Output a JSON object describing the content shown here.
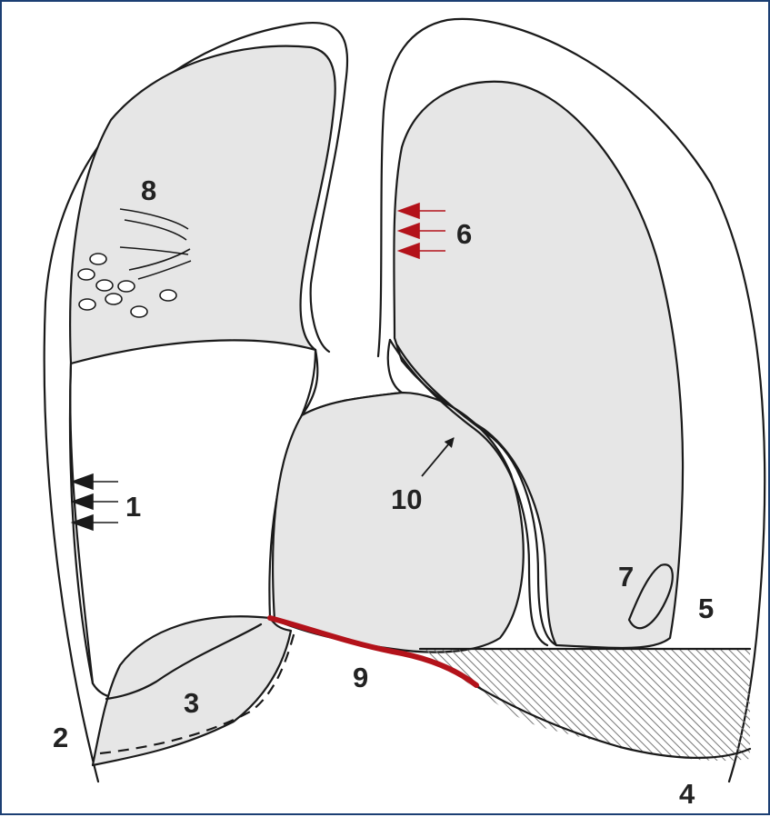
{
  "labels": {
    "l1": "1",
    "l2": "2",
    "l3": "3",
    "l4": "4",
    "l5": "5",
    "l6": "6",
    "l7": "7",
    "l8": "8",
    "l9": "9",
    "l10": "10"
  },
  "colors": {
    "frame": "#1c3f73",
    "fill": "#e6e6e6",
    "line": "#1a1a1a",
    "highlight": "#b3121a"
  }
}
